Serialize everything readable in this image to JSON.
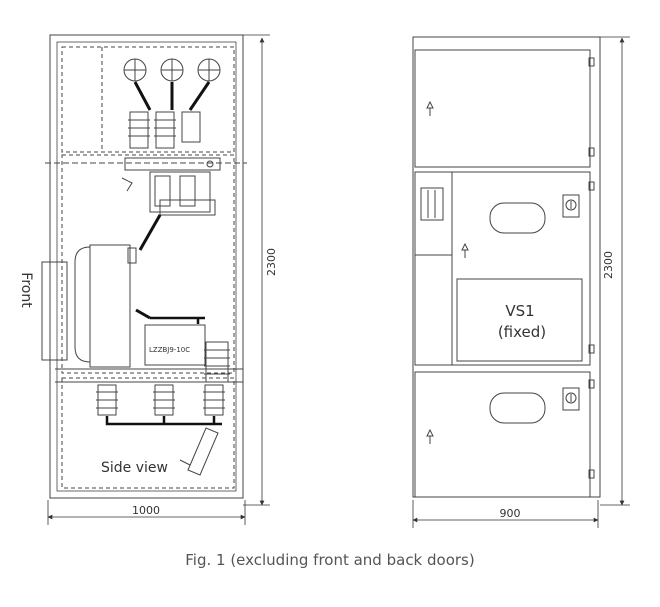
{
  "labels": {
    "front": "Front",
    "side_view": "Side view",
    "left_height": "2300",
    "left_width": "1000",
    "right_height": "2300",
    "right_width": "900",
    "vs1_line1": "VS1",
    "vs1_line2": "(fixed)",
    "ct_tag": "LZZBJ9-10C"
  },
  "caption": "Fig. 1 (excluding front and back doors)"
}
